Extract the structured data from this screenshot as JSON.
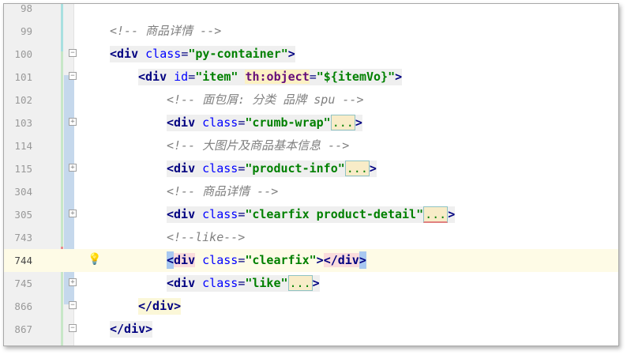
{
  "editor": {
    "current_line": "744",
    "lines": [
      {
        "num": "98",
        "code": ""
      },
      {
        "num": "99",
        "code": "<!-- 商品详情 -->"
      },
      {
        "num": "100",
        "open": "<",
        "tag": "div",
        "attr": "class",
        "val": "\"py-container\"",
        "close": ">"
      },
      {
        "num": "101",
        "open": "<",
        "tag": "div",
        "attr": "id",
        "val": "\"item\"",
        "thattr": "th:object",
        "thval": "\"${itemVo}\"",
        "close": ">"
      },
      {
        "num": "102",
        "code": "<!-- 面包屑: 分类 品牌 spu -->"
      },
      {
        "num": "103",
        "open": "<",
        "tag": "div",
        "attr": "class",
        "val": "\"crumb-wrap\"",
        "fold": "...",
        "close": ">"
      },
      {
        "num": "114",
        "code": "<!-- 大图片及商品基本信息 -->"
      },
      {
        "num": "115",
        "open": "<",
        "tag": "div",
        "attr": "class",
        "val": "\"product-info\"",
        "fold": "...",
        "close": ">"
      },
      {
        "num": "304",
        "code": "<!-- 商品详情 -->"
      },
      {
        "num": "305",
        "open": "<",
        "tag": "div",
        "attr": "class",
        "val": "\"clearfix product-detail\"",
        "fold": "...",
        "close": ">"
      },
      {
        "num": "743",
        "code": "<!--like-->"
      },
      {
        "num": "744",
        "open": "<",
        "tag": "div",
        "attr": "class",
        "val": "\"clearfix\"",
        "close": ">",
        "endtag": "</div",
        "endclose": ">"
      },
      {
        "num": "745",
        "open": "<",
        "tag": "div",
        "attr": "class",
        "val": "\"like\"",
        "fold": "...",
        "close": ">"
      },
      {
        "num": "866",
        "endtag": "</div",
        "close": ">"
      },
      {
        "num": "867",
        "endtag": "</div",
        "close": ">"
      }
    ]
  }
}
